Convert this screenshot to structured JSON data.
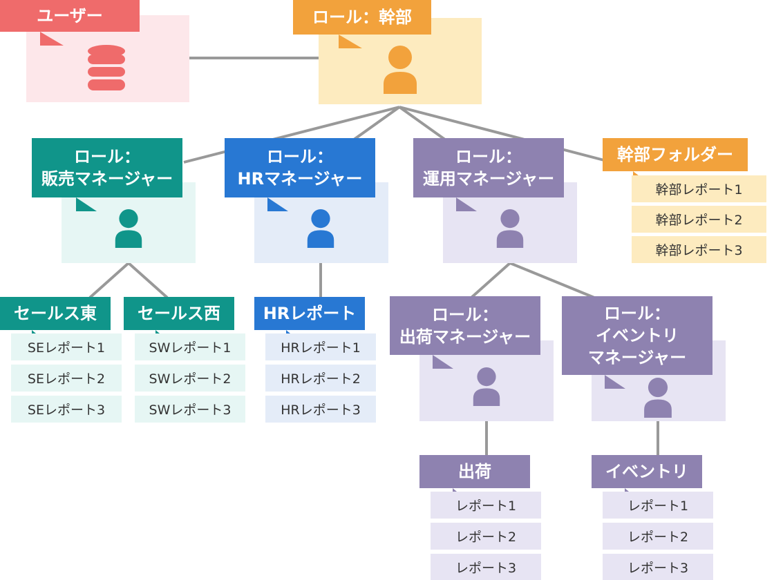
{
  "colors": {
    "red": "#ef6b6b",
    "red_bg": "#fde7ea",
    "orange": "#f2a23c",
    "orange_bg": "#fdebbf",
    "teal": "#10958a",
    "teal_bg": "#e6f6f4",
    "blue": "#2878d3",
    "blue_bg": "#e4ecf8",
    "purple": "#8e82b0",
    "purple_bg": "#e7e4f3",
    "line": "#999999"
  },
  "user": {
    "label": "ユーザー",
    "icon": "database-icon"
  },
  "executive": {
    "label": "ロール：幹部",
    "icon": "person-icon"
  },
  "exec_folder": {
    "label": "幹部フォルダー",
    "items": [
      "幹部レポート1",
      "幹部レポート2",
      "幹部レポート3"
    ]
  },
  "sales_manager": {
    "label": "ロール：\n販売マネージャー",
    "icon": "person-icon"
  },
  "hr_manager": {
    "label": "ロール：\nHRマネージャー",
    "icon": "person-icon"
  },
  "ops_manager": {
    "label": "ロール：\n運用マネージャー",
    "icon": "person-icon"
  },
  "sales_east": {
    "label": "セールス東",
    "items": [
      "SEレポート1",
      "SEレポート2",
      "SEレポート3"
    ]
  },
  "sales_west": {
    "label": "セールス西",
    "items": [
      "SWレポート1",
      "SWレポート2",
      "SWレポート3"
    ]
  },
  "hr_reports": {
    "label": "HRレポート",
    "items": [
      "HRレポート1",
      "HRレポート2",
      "HRレポート3"
    ]
  },
  "shipping_manager": {
    "label": "ロール：\n出荷マネージャー",
    "icon": "person-icon"
  },
  "event_manager": {
    "label": "ロール：\nイベントリ\nマネージャー",
    "icon": "person-icon"
  },
  "shipping": {
    "label": "出荷",
    "items": [
      "レポート1",
      "レポート2",
      "レポート3"
    ]
  },
  "inventory": {
    "label": "イベントリ",
    "items": [
      "レポート1",
      "レポート2",
      "レポート3"
    ]
  }
}
